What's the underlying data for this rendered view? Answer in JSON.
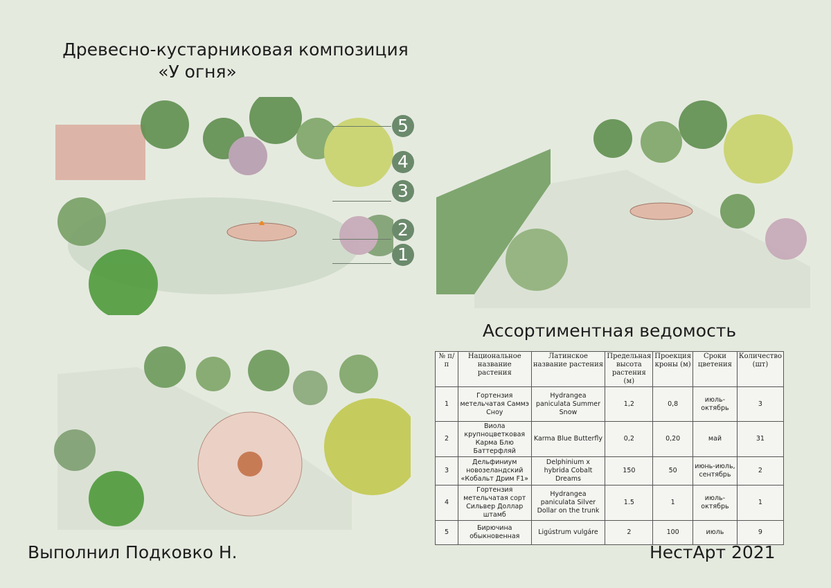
{
  "title": {
    "line1": "Древесно-кустарниковая композиция",
    "line2": "«У огня»"
  },
  "section_title": "Ассортиментная ведомость",
  "markers": [
    "5",
    "4",
    "3",
    "2",
    "1"
  ],
  "table": {
    "headers": [
      "№ п/п",
      "Национальное название растения",
      "Латинское название растения",
      "Предельная высота растения (м)",
      "Проекция кроны (м)",
      "Сроки цветения",
      "Количество (шт)"
    ],
    "rows": [
      [
        "1",
        "Гортензия метельчатая Саммэ Сноу",
        "Hydrangea paniculata Summer Snow",
        "1,2",
        "0,8",
        "июль-октябрь",
        "3"
      ],
      [
        "2",
        "Виола крупноцветковая Карма Блю Баттерфляй",
        "Karma Blue Butterfly",
        "0,2",
        "0,20",
        "май",
        "31"
      ],
      [
        "3",
        "Дельфиниум новозеландский «Кобальт Дрим F1»",
        "Delphinium x hybrida Cobalt Dreams",
        "150",
        "50",
        "июнь-июль, сентябрь",
        "2"
      ],
      [
        "4",
        "Гортензия метельчатая сорт Сильвер Доллар штамб",
        "Hydrangea paniculata Silver Dollar on the trunk",
        "1.5",
        "1",
        "июль-октябрь",
        "1"
      ],
      [
        "5",
        "Бирючина обыкновенная",
        "Ligústrum vulgáre",
        "2",
        "100",
        "июль",
        "9"
      ]
    ]
  },
  "footer": {
    "author": "Выполнил Подковко Н.",
    "studio": "НестАрт 2021"
  },
  "colors": {
    "background": "#e5eadf",
    "marker": "#6b8a6c"
  }
}
